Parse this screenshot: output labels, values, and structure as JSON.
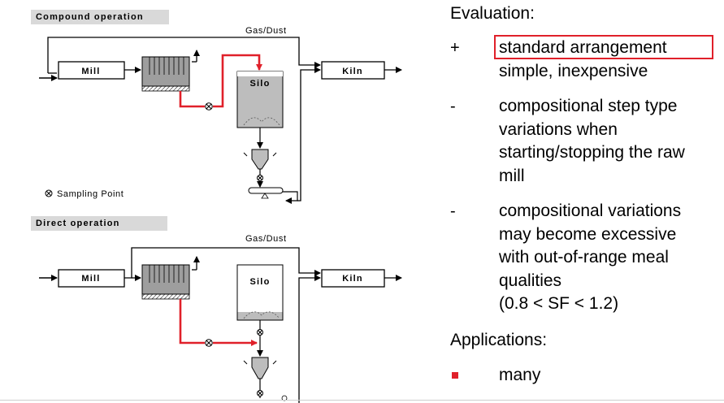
{
  "diagram": {
    "compound": {
      "title": "Compound operation",
      "gas_dust": "Gas/Dust",
      "mill": "Mill",
      "silo": "Silo",
      "kiln": "Kiln",
      "sampling_point": "Sampling Point"
    },
    "direct": {
      "title": "Direct operation",
      "gas_dust": "Gas/Dust",
      "mill": "Mill",
      "silo": "Silo",
      "kiln": "Kiln"
    }
  },
  "evaluation": {
    "heading": "Evaluation:",
    "items": [
      {
        "mark": "+",
        "lines": [
          "standard arrangement",
          "simple, inexpensive"
        ]
      },
      {
        "mark": "-",
        "lines": [
          "compositional step type",
          "variations when",
          "starting/stopping the raw",
          "mill"
        ]
      },
      {
        "mark": "-",
        "lines": [
          "compositional variations",
          "may become excessive",
          "with out-of-range meal",
          "qualities",
          "(0.8 < SF < 1.2)"
        ]
      }
    ]
  },
  "applications": {
    "heading": "Applications:",
    "items": [
      "many"
    ]
  },
  "colors": {
    "highlight": "#e0202a",
    "flow_red": "#e0202a",
    "label_bg": "#d9d9d9",
    "silo_gray": "#bdbdbd"
  }
}
